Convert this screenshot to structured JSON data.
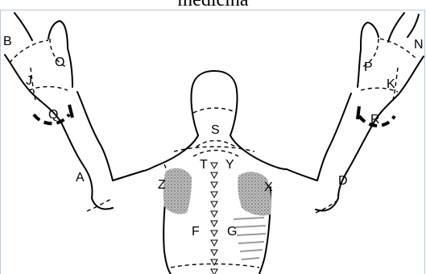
{
  "caption": "medicina",
  "labels": [
    "B",
    "O",
    "J",
    "Q",
    "A",
    "Z",
    "S",
    "T",
    "Y",
    "X",
    "D",
    "R",
    "K",
    "P",
    "N",
    "F",
    "G"
  ],
  "colors": {
    "shade": "#9a9a9a",
    "ink": "#000000",
    "frame": "#b8c8d8"
  }
}
